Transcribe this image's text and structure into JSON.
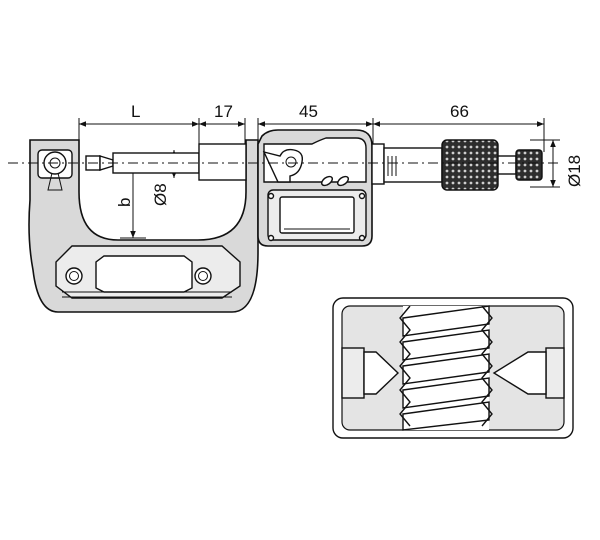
{
  "dimensions": {
    "L": "L",
    "d17": "17",
    "d45": "45",
    "d66": "66",
    "dia18": "Ø18",
    "dia8": "Ø8",
    "b": "b"
  },
  "colors": {
    "line": "#111111",
    "body_fill": "#d9d9d9",
    "inset_fill": "#ececec",
    "knurl_fill": "#3a3a3a",
    "background": "#ffffff"
  }
}
